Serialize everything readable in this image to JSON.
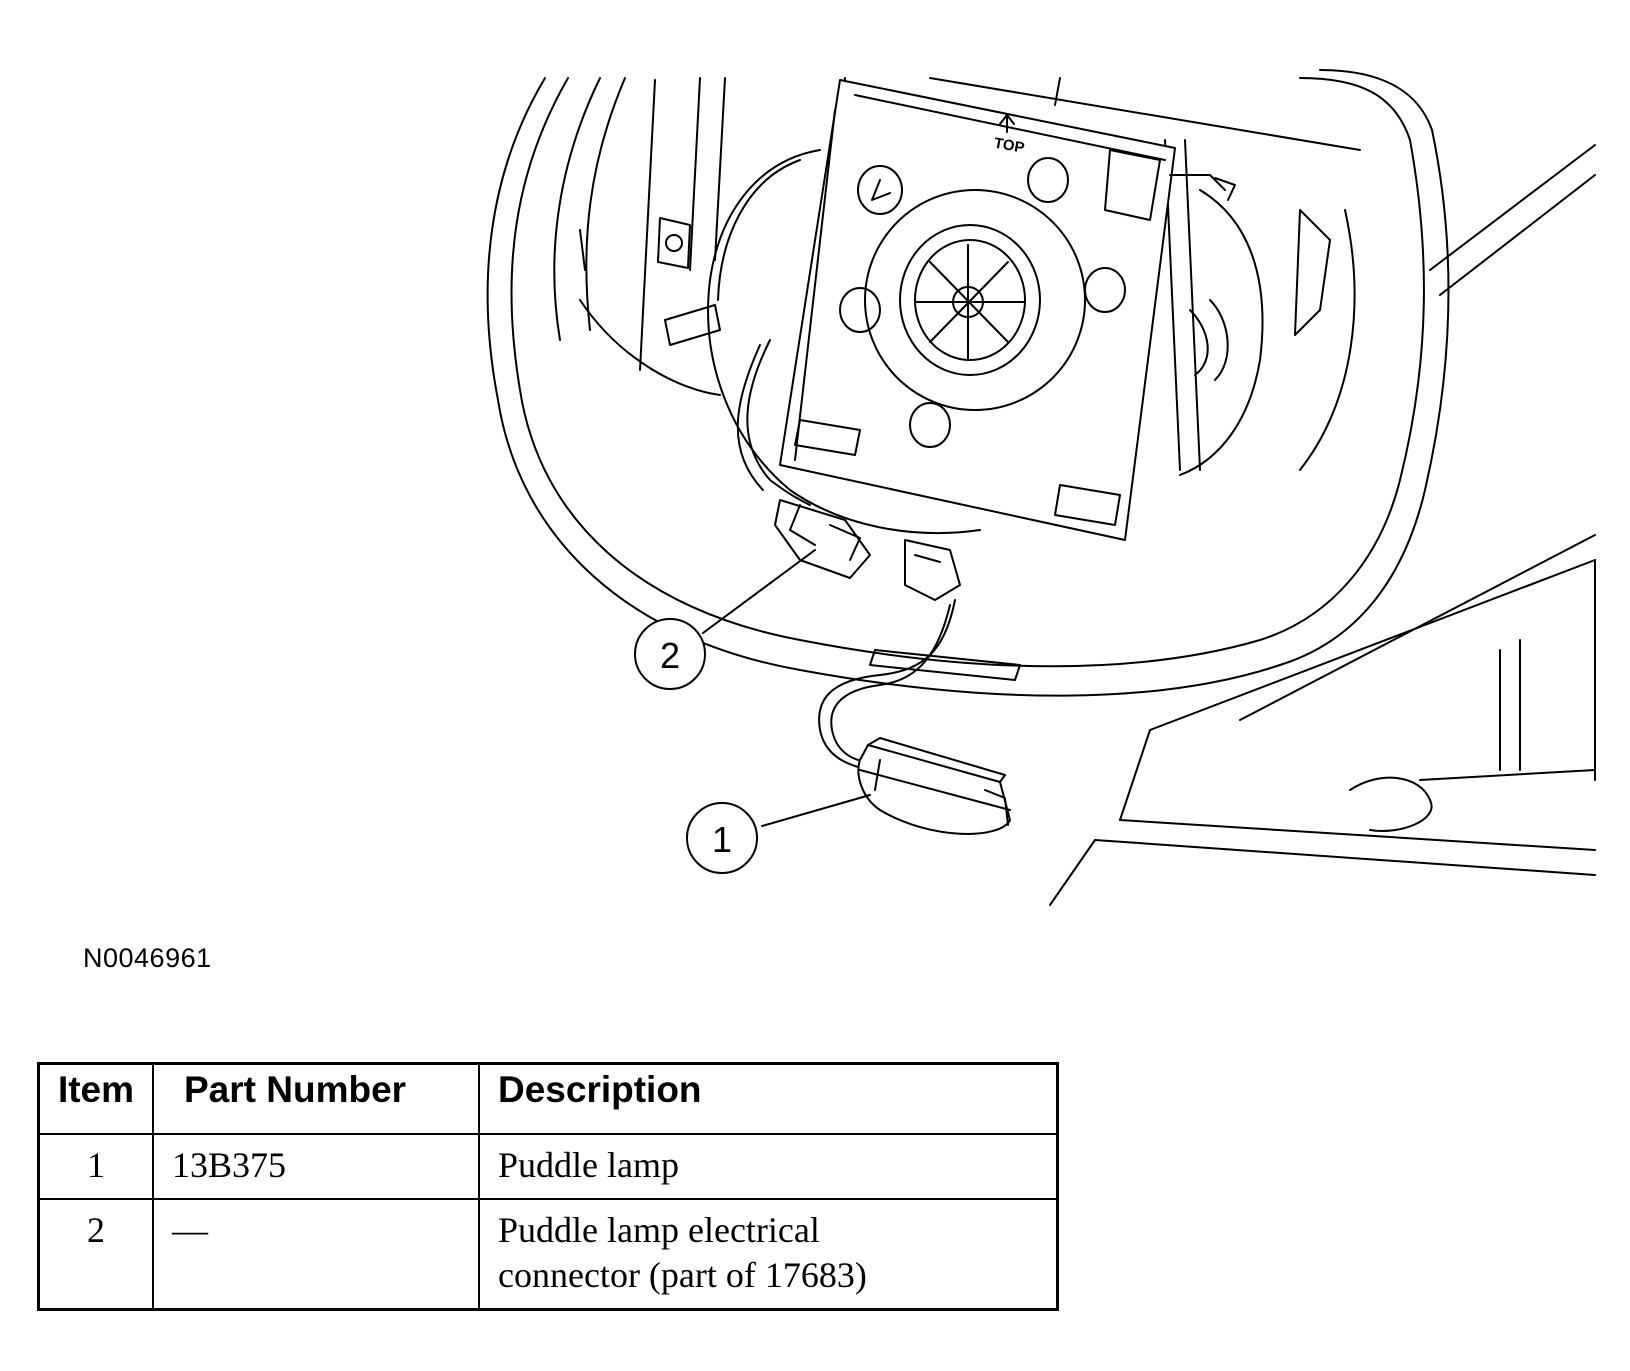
{
  "figure": {
    "id": "N0046961",
    "top_marker": "TOP",
    "callouts": [
      {
        "number": "1"
      },
      {
        "number": "2"
      }
    ]
  },
  "table": {
    "headers": {
      "item": "Item",
      "part_number": "Part Number",
      "description": "Description"
    },
    "rows": [
      {
        "item": "1",
        "part_number": "13B375",
        "description_lines": [
          "Puddle lamp"
        ]
      },
      {
        "item": "2",
        "part_number": "—",
        "description_lines": [
          "Puddle lamp electrical",
          "connector (part of 17683)"
        ]
      }
    ]
  }
}
